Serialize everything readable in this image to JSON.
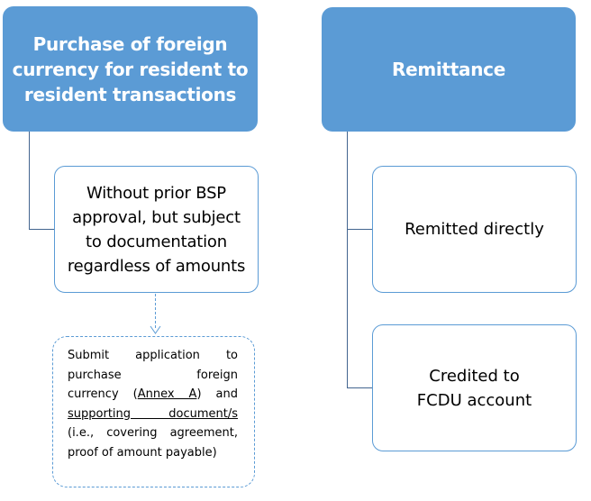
{
  "left_column": {
    "header": "Purchase of foreign currency for resident to resident transactions",
    "box": "Without prior BSP approval, but subject to documentation regardless of amounts",
    "note": {
      "line1": "Submit application to",
      "line2": "purchase foreign",
      "line3_pre": "currency (",
      "line3_link": "Annex A",
      "line3_post": ") and",
      "line4_link": "supporting document/s",
      "line5": "(i.e., covering agreement,",
      "line6": "proof of amount payable)"
    }
  },
  "right_column": {
    "header": "Remittance",
    "items": [
      "Remitted directly",
      "Credited to FCDU account"
    ]
  }
}
